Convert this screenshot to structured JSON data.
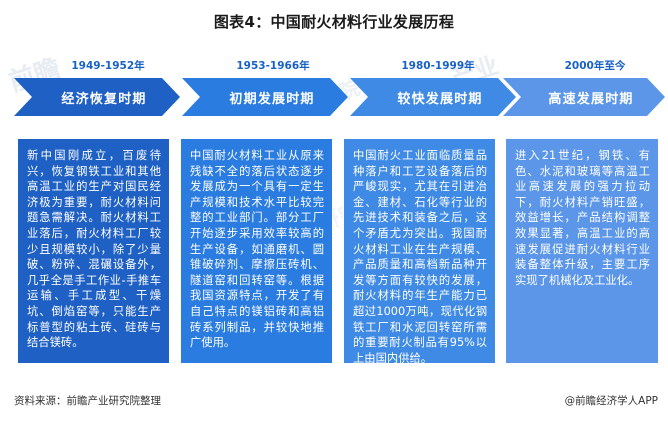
{
  "title": "图表4：中国耐火材料行业发展历程",
  "colors": {
    "stage1": "#1f60c4",
    "stage2": "#2b7ce0",
    "stage3": "#3f8ae4",
    "stage4": "#5b96e8",
    "year_label": "#1862c6",
    "background": "#ffffff",
    "title_text": "#1a1a1a",
    "footer_text": "#333333"
  },
  "stages": [
    {
      "year": "1949-1952年",
      "name": "经济恢复时期",
      "description": "新中国刚成立，百废待兴，恢复钢铁工业和其他高温工业的生产对国民经济极为重要，耐火材料问题急需解决。耐火材料工业落后，耐火材料工厂较少且规模较小，除了少量破、粉碎、混碾设备外，几乎全是手工作业-手推车运输、手工成型、干燥坑、倒焰窑等，只能生产标普型的粘土砖、硅砖与结合镁砖。"
    },
    {
      "year": "1953-1966年",
      "name": "初期发展时期",
      "description": "中国耐火材料工业从原来残缺不全的落后状态逐步发展成为一个具有一定生产规模和技术水平比较完整的工业部门。部分工厂开始逐步采用效率较高的生产设备，如通磨机、圆锥破碎剂、摩擦压砖机、隧道窑和回转窑等。根据我国资源特点，开发了有自己特点的镁铝砖和高铝砖系列制品，并较快地推广使用。"
    },
    {
      "year": "1980-1999年",
      "name": "较快发展时期",
      "description": "中国耐火工业面临质量品种落户和工艺设备落后的严峻现实，尤其在引进冶金、建材、石化等行业的先进技术和装备之后，这个矛盾尤为突出。我国耐火材料工业在生产规模、产品质量和高档新品种开发等方面有较快的发展，耐火材料的年生产能力已超过1000万吨，现代化钢铁工厂和水泥回转窑所需的重要耐火制品有95%以上由国内供给。"
    },
    {
      "year": "2000年至今",
      "name": "高速发展时期",
      "description": "进入21世纪，钢铁、有色、水泥和玻璃等高温工业高速发展的强力拉动下，耐火材料产销旺盛，效益增长，产品结构调整效果显著，高温工业的高速发展促进耐火材料行业装备整体升级，主要工序实现了机械化及工业化。"
    }
  ],
  "watermarks": {
    "mark1": "前瞻",
    "mark2": "产业",
    "mark3": "前瞻产业研究院",
    "mark4": "前瞻",
    "mark5": "研究院"
  },
  "footer": {
    "source": "资料来源：前瞻产业研究院整理",
    "brand": "@前瞻经济学人APP"
  }
}
